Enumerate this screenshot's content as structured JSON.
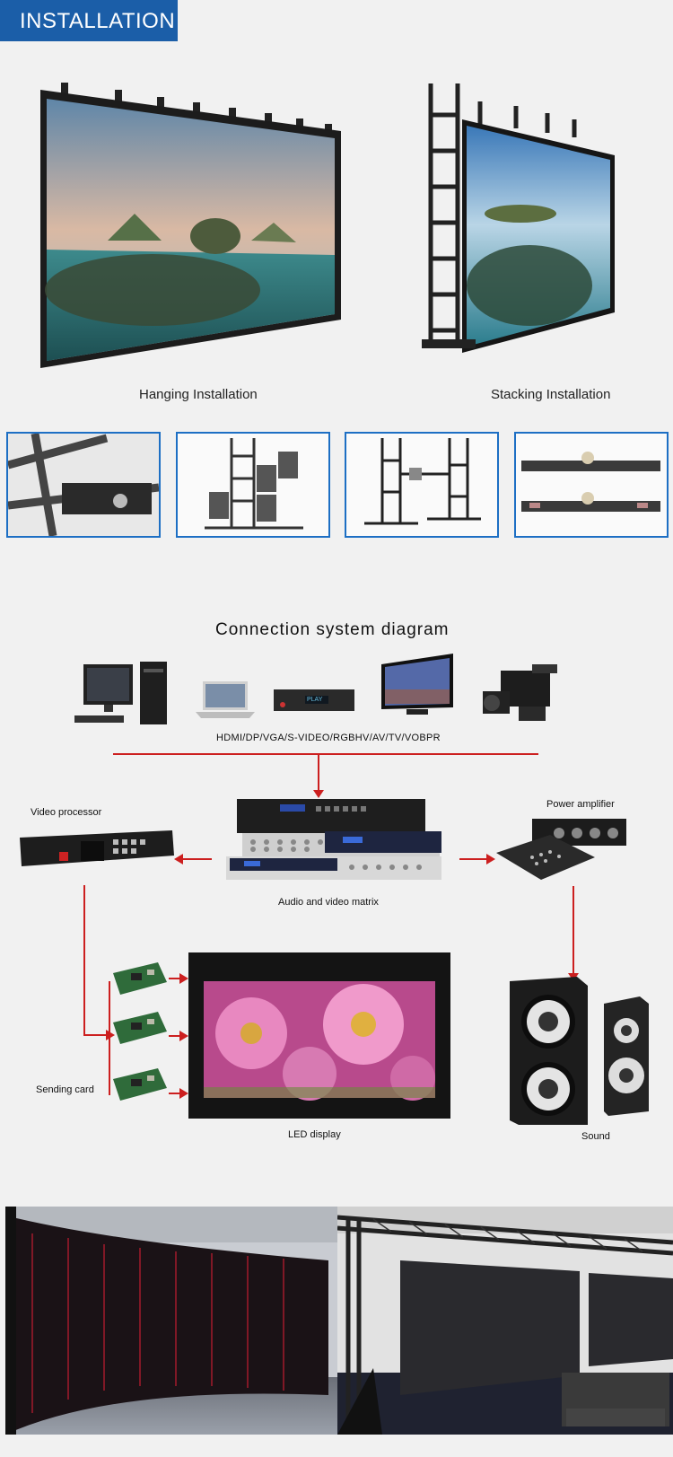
{
  "header": {
    "title": "INSTALLATION",
    "color": "#1b5ea8"
  },
  "installation": {
    "hanging_caption": "Hanging Installation",
    "stacking_caption": "Stacking Installation"
  },
  "diagram": {
    "title": "Connection system diagram",
    "inputs_label": "HDMI/DP/VGA/S-VIDEO/RGBHV/AV/TV/VOBPR",
    "video_processor": "Video processor",
    "power_amplifier": "Power amplifier",
    "matrix": "Audio and video matrix",
    "sending_card": "Sending card",
    "led_display": "LED display",
    "sound": "Sound",
    "dvd_display_text": "PLAY",
    "arrow_color": "#cc1f1f"
  }
}
